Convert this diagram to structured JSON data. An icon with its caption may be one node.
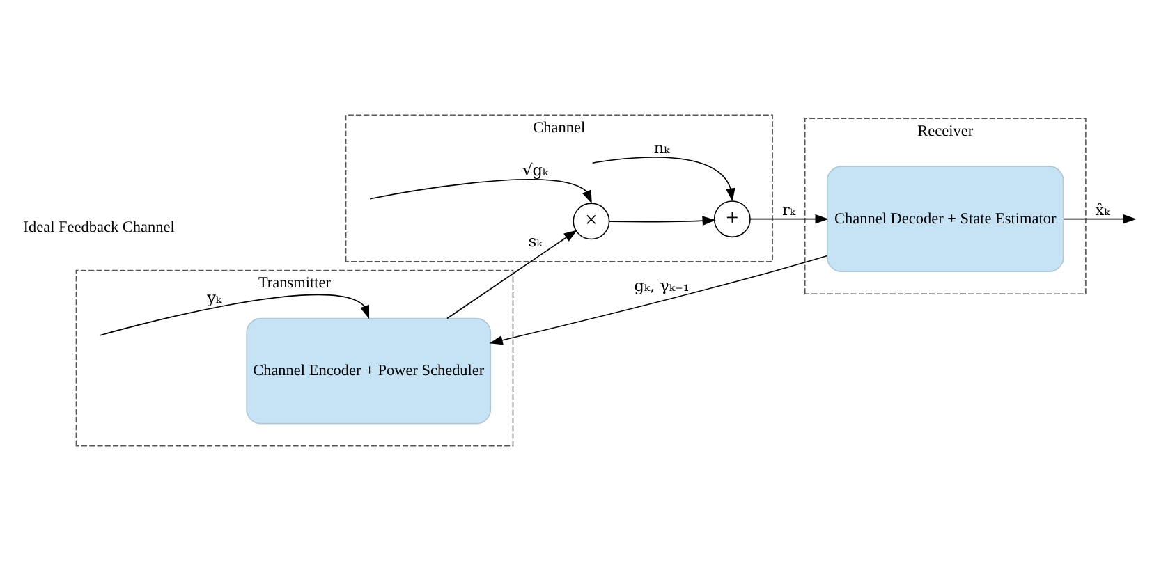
{
  "diagram": {
    "nodes": [
      {
        "text": [
          "Transmitter"
        ]
      },
      {
        "text": [
          "Channel Encoder + Power Scheduler"
        ],
        "in": 0
      },
      {
        "text": [
          "Channel"
        ]
      },
      {
        "text": [
          "×"
        ],
        "in": 2
      },
      {
        "text": [
          "+"
        ],
        "in": 2
      },
      {
        "text": [
          "Receiver"
        ]
      },
      {
        "text": [
          "Channel Decoder + State Estimator"
        ],
        "in": 5
      }
    ],
    "edges": [
      {
        "from": 1,
        "to": 3,
        "arrow": "to",
        "label": "sₖ"
      },
      {
        "from": null,
        "to": 3,
        "arrow": "to",
        "label": "√gₖ"
      },
      {
        "from": 3,
        "to": 4,
        "arrow": "to"
      },
      {
        "from": null,
        "to": 4,
        "arrow": "to",
        "label": "nₖ"
      },
      {
        "from": 4,
        "to": 6,
        "arrow": "to",
        "label": "rₖ"
      },
      {
        "from": null,
        "to": 1,
        "arrow": "to",
        "label": "yₖ"
      },
      {
        "from": 6,
        "to": 1,
        "arrow": "to",
        "label": "gₖ, γₖ₋₁"
      },
      {
        "from": 6,
        "to": null,
        "arrow": "to",
        "label": "x̂ₖ"
      }
    ],
    "labels": [
      "Ideal Feedback Channel"
    ]
  }
}
